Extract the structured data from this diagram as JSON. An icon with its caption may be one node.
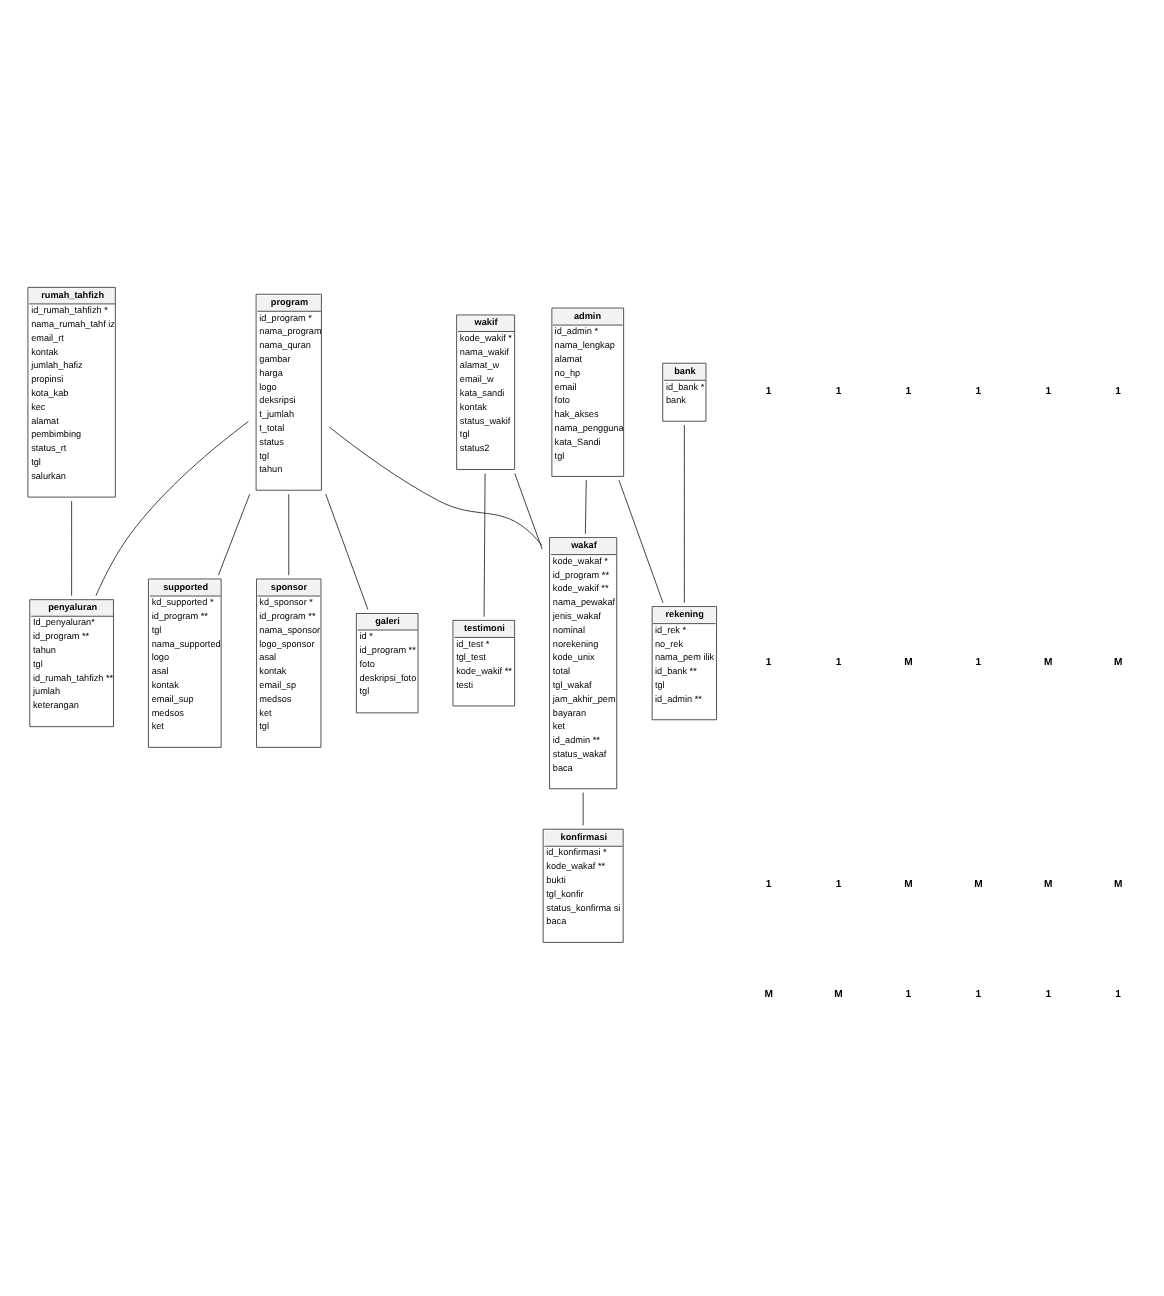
{
  "diagram": {
    "nodes": [
      {
        "text": [
          "rumah_tahfizh",
          "id_rumah_tahfizh *",
          "nama_rumah_tahf iz",
          "email_rt",
          "kontak",
          "jumlah_hafiz",
          "propinsi",
          "kota_kab",
          "kec",
          "alamat",
          "pembimbing",
          "status_rt",
          "tgl",
          "salurkan"
        ]
      },
      {
        "text": [
          "program",
          "id_program *",
          "nama_program",
          "nama_quran",
          "gambar",
          "harga",
          "logo",
          "deksripsi",
          "t_jumlah",
          "t_total",
          "status",
          "tgl",
          "tahun"
        ]
      },
      {
        "text": [
          "wakif",
          "kode_wakif *",
          "nama_wakif",
          "alamat_w",
          "email_w",
          "kata_sandi",
          "kontak",
          "status_wakif",
          "tgl",
          "status2"
        ]
      },
      {
        "text": [
          "testimoni",
          "id_test *",
          "tgl_test",
          "kode_wakif **",
          "testi"
        ]
      },
      {
        "text": [
          "wakaf",
          "kode_wakaf *",
          "id_program **",
          "kode_wakif **",
          "nama_pewakaf",
          "jenis_wakaf",
          "nominal",
          "norekening",
          "kode_unix",
          "total",
          "tgl_wakaf",
          "jam_akhir_pem",
          "bayaran",
          "ket",
          "id_admin **",
          "status_wakaf",
          "baca"
        ]
      },
      {
        "text": [
          "admin",
          "id_admin *",
          "nama_lengkap",
          "alamat",
          "no_hp",
          "email",
          "foto",
          "hak_akses",
          "nama_pengguna",
          "kata_Sandi",
          "tgl"
        ]
      },
      {
        "text": [
          "supported",
          "kd_supported *",
          "id_program **",
          "tgl",
          "nama_supported",
          "logo",
          "asal",
          "kontak",
          "email_sup",
          "medsos",
          "ket"
        ]
      },
      {
        "text": [
          "penyaluran",
          "Id_penyaluran*",
          "id_program **",
          "tahun",
          "tgl",
          "id_rumah_tahfizh **",
          "jumlah",
          "keterangan"
        ]
      },
      {
        "text": [
          "sponsor",
          "kd_sponsor *",
          "id_program **",
          "nama_sponsor",
          "logo_sponsor",
          "asal",
          "kontak",
          "email_sp",
          "medsos",
          "ket",
          "tgl"
        ]
      },
      {
        "text": [
          "konfirmasi",
          "id_konfirmasi *",
          "kode_wakaf **",
          "bukti",
          "tgl_konfir",
          "status_konfirma si",
          "baca"
        ]
      },
      {
        "text": [
          "galeri",
          "id *",
          "id_program **",
          "foto",
          "deskripsi_foto",
          "tgl"
        ]
      },
      {
        "text": [
          "rekening",
          "id_rek *",
          "no_rek",
          "nama_pem ilik",
          "id_bank **",
          "tgl",
          "id_admin **"
        ]
      },
      {
        "text": [
          "bank",
          "id_bank *",
          "bank"
        ]
      }
    ],
    "edges": [
      {
        "from": 0,
        "to": 7,
        "arrow": "none"
      },
      {
        "from": 1,
        "to": 7,
        "arrow": "none"
      },
      {
        "from": 1,
        "to": 10,
        "arrow": "none"
      },
      {
        "from": 1,
        "to": 6,
        "arrow": "none"
      },
      {
        "from": 1,
        "to": 4,
        "arrow": "none"
      },
      {
        "from": 1,
        "to": 8,
        "arrow": "none"
      },
      {
        "from": 2,
        "to": 4,
        "arrow": "none"
      },
      {
        "from": 2,
        "to": 3,
        "arrow": "none"
      },
      {
        "from": 4,
        "to": 9,
        "arrow": "none"
      },
      {
        "from": 5,
        "to": 4,
        "arrow": "none"
      },
      {
        "from": 5,
        "to": 11,
        "arrow": "none"
      },
      {
        "from": 12,
        "to": 11,
        "arrow": "none"
      }
    ],
    "labels": [
      "1",
      "1",
      "1",
      "1",
      "1",
      "1",
      "1",
      "1",
      "M",
      "1",
      "M",
      "M",
      "1",
      "1",
      "M",
      "M",
      "M",
      "M",
      "M",
      "M",
      "1",
      "1",
      "1",
      "1"
    ]
  }
}
